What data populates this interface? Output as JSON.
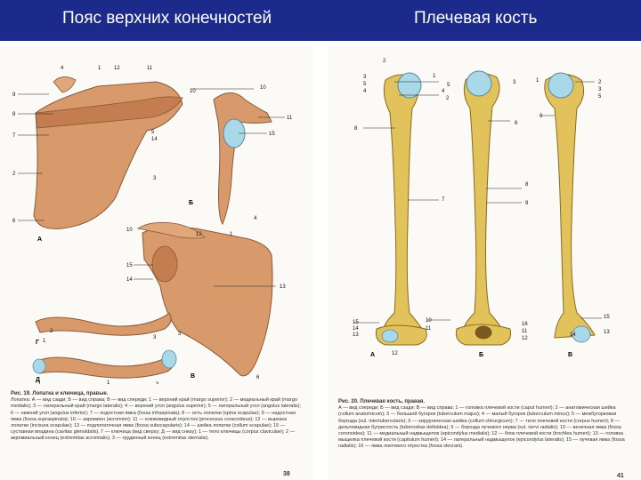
{
  "header": {
    "left_title": "Пояс верхних конечностей",
    "right_title": "Плечевая кость"
  },
  "colors": {
    "header_bg": "#1c2a8c",
    "bone_scapula": "#d99a6b",
    "bone_humerus": "#e2c25a",
    "cartilage": "#a9d8e8"
  },
  "left_panel": {
    "view_labels": [
      "А",
      "Б",
      "В",
      "Г",
      "Д"
    ],
    "caption_title": "Рис. 19. Лопатка и ключица, правые.",
    "caption_text": "Лопатка: А — вид сзади; Б — вид справа; В — вид спереди; 1 — верхний край (margo superior); 2 — медиальный край (margo medialis); 3 — латеральный край (margo lateralis); 4 — верхний угол (angulus superior); 5 — латеральный угол (angulus lateralis); 6 — нижний угол (angulus inferior); 7 — подостная ямка (fossa infraspinata); 8 — ость лопатки (spina scapulae); 9 — надостная ямка (fossa supraspinata); 10 — акромион (acromion); 11 — клювовидный отросток (processus coracoideus); 12 — вырезка лопатки (incisura scapulae); 13 — подлопаточная ямка (fossa subscapularis); 14 — шейка лопатки (collum scapulae); 15 — суставная впадина (cavitas glenoidalis). Г — ключица (вид сверху; Д — вид снизу); 1 — тело ключицы (corpus claviculae); 2 — акромиальный конец (extremitas acromialis); 3 — грудинный конец (extremitas sternalis).",
    "page_number": "38"
  },
  "right_panel": {
    "view_labels": [
      "А",
      "Б",
      "В"
    ],
    "caption_title": "Рис. 20. Плечевая кость, правая.",
    "caption_text": "А — вид спереди; Б — вид сзади; В — вид справа; 1 — головка плечевой кости (caput humeri); 2 — анатомическая шейка (collum anatomicum); 3 — большой бугорок (tuberculum majus); 4 — малый бугорок (tuberculum minus); 5 — межбугорковая борозда (sul. intertubercularis); 6 — хирургическая шейка (collum chirurgicum); 7 — тело плечевой кости (corpus humeri); 8 — дельтовидная бугристость (tuberositas deltoidea); 9 — борозда лучевого нерва (sul. nervi radialis); 10 — венечная ямка (fossa coronoidea); 11 — медиальный надмыщелок (epicondylus medialis); 12 — блок плечевой кости (trochlea humeri); 13 — головка мыщелка плечевой кости (capitulum humeri); 14 — латеральный надмыщелок (epicondylus lateralis); 15 — лучевая ямка (fossa radialis); 16 — ямка локтевого отростка (fossa olecrani).",
    "page_number": "41"
  }
}
